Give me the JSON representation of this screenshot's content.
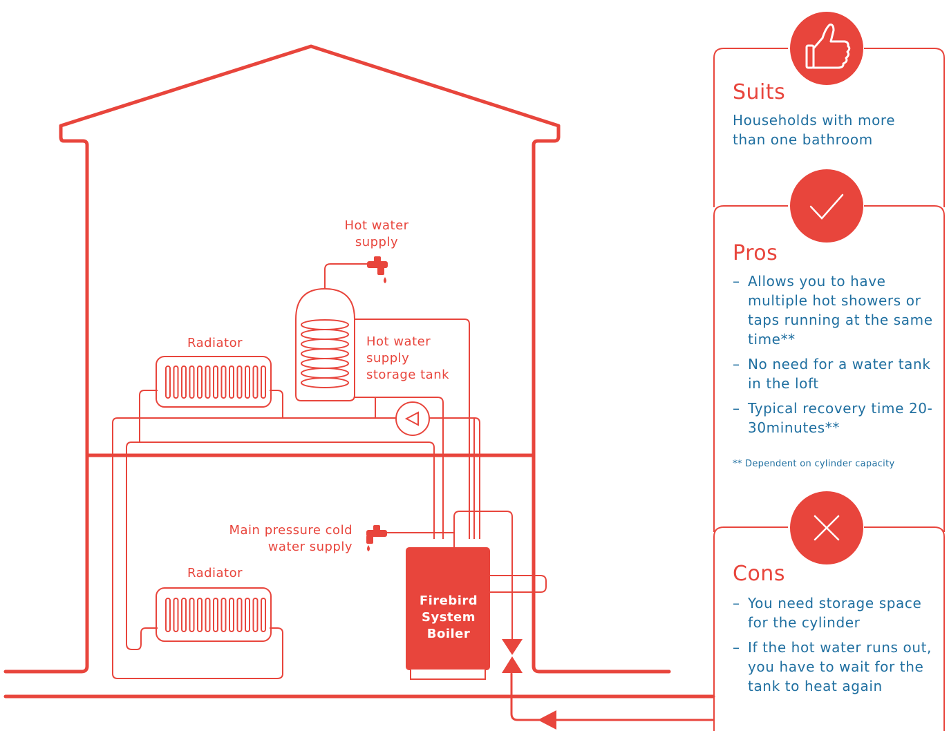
{
  "labels": {
    "hot_water_supply": [
      "Hot water",
      "supply"
    ],
    "storage_tank": [
      "Hot water",
      "supply",
      "storage tank"
    ],
    "radiator_upper": "Radiator",
    "radiator_lower": "Radiator",
    "cold_water_supply": [
      "Main pressure cold",
      "water supply"
    ],
    "boiler": [
      "Firebird",
      "System",
      "Boiler"
    ]
  },
  "colors": {
    "accent": "#e8453c",
    "text_blue": "#1f6fa0",
    "pipe": "#e8453c"
  },
  "icons": {
    "suits": "thumbs-up-icon",
    "pros": "checkmark-icon",
    "cons": "cross-icon"
  },
  "panels": {
    "suits": {
      "title": "Suits",
      "text": [
        "Households with more",
        "than one bathroom"
      ]
    },
    "pros": {
      "title": "Pros",
      "items": [
        "Allows you to have multiple hot showers or taps running at the same time**",
        "No need for a water tank in the loft",
        "Typical recovery time 20-30minutes**"
      ],
      "footnote": "** Dependent on cylinder capacity"
    },
    "cons": {
      "title": "Cons",
      "items": [
        "You need storage space for the cylinder",
        "If the hot water runs out, you have to wait for the tank to heat again"
      ]
    }
  }
}
